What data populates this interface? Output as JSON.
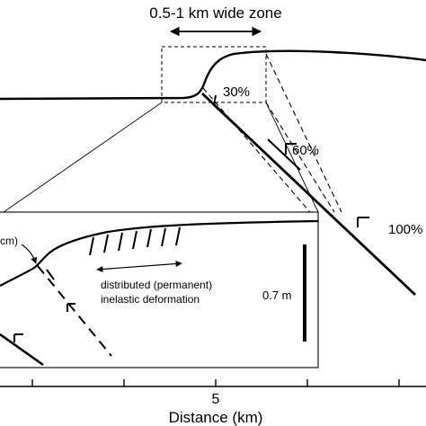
{
  "labels": {
    "zone_width": "0.5-1 km wide zone",
    "dip_30": "30%",
    "dip_60": "60%",
    "dip_100": "100%",
    "inset_cm": "cm)",
    "distributed_line1": "distributed (permanent)",
    "distributed_line2": "inelastic deformation",
    "scale_value": "0.7 m",
    "x_tick_5": "5",
    "x_axis_label": "Distance (km)"
  },
  "colors": {
    "ink": "#000000",
    "background": "#ffffff"
  }
}
